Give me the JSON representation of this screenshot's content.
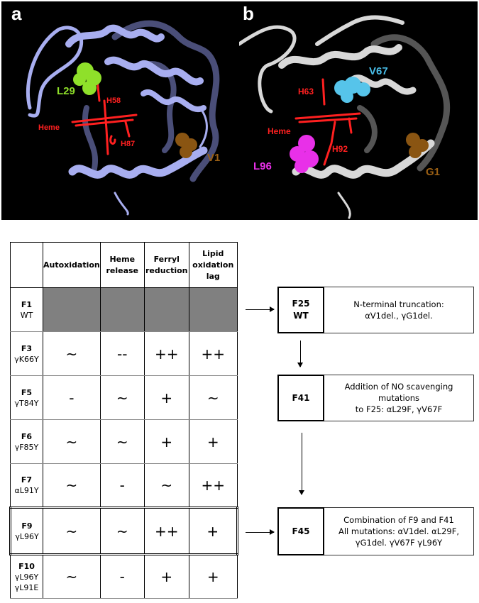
{
  "panels": {
    "a": {
      "letter": "a",
      "ribbon_color": "#a8aef0",
      "labels": [
        {
          "text": "L29",
          "color": "#8fe02a",
          "role": "highlighted-residue"
        },
        {
          "text": "H58",
          "color": "#ff2020",
          "role": "heme-pocket-residue"
        },
        {
          "text": "Heme",
          "color": "#ff2020",
          "role": "heme"
        },
        {
          "text": "H87",
          "color": "#ff2020",
          "role": "heme-pocket-residue"
        },
        {
          "text": "V1",
          "color": "#9a5f14",
          "role": "highlighted-residue"
        }
      ]
    },
    "b": {
      "letter": "b",
      "ribbon_color": "#d8d8d8",
      "labels": [
        {
          "text": "V67",
          "color": "#48bde8",
          "role": "highlighted-residue"
        },
        {
          "text": "H63",
          "color": "#ff2020",
          "role": "heme-pocket-residue"
        },
        {
          "text": "Heme",
          "color": "#ff2020",
          "role": "heme"
        },
        {
          "text": "H92",
          "color": "#ff2020",
          "role": "heme-pocket-residue"
        },
        {
          "text": "L96",
          "color": "#e830e8",
          "role": "highlighted-residue"
        },
        {
          "text": "G1",
          "color": "#9a5f14",
          "role": "highlighted-residue"
        }
      ]
    }
  },
  "table": {
    "headers": [
      "",
      "Autoxidation",
      "Heme release",
      "Ferryl reduction",
      "Lipid oxidation lag"
    ],
    "rows": [
      {
        "id": "F1",
        "mutation": "WT",
        "values": [
          "",
          "",
          "",
          ""
        ],
        "shaded": true,
        "highlighted": false
      },
      {
        "id": "F3",
        "mutation": "γK66Y",
        "values": [
          "~",
          "--",
          "++",
          "++"
        ],
        "shaded": false,
        "highlighted": false
      },
      {
        "id": "F5",
        "mutation": "γT84Y",
        "values": [
          "-",
          "~",
          "+",
          "~"
        ],
        "shaded": false,
        "highlighted": false
      },
      {
        "id": "F6",
        "mutation": "γF85Y",
        "values": [
          "~",
          "~",
          "+",
          "+"
        ],
        "shaded": false,
        "highlighted": false
      },
      {
        "id": "F7",
        "mutation": "αL91Y",
        "values": [
          "~",
          "-",
          "~",
          "++"
        ],
        "shaded": false,
        "highlighted": false
      },
      {
        "id": "F9",
        "mutation": "γL96Y",
        "values": [
          "~",
          "~",
          "++",
          "+"
        ],
        "shaded": false,
        "highlighted": true
      },
      {
        "id": "F10",
        "mutation": "γL96Y",
        "mutation2": "γL91E",
        "values": [
          "~",
          "-",
          "+",
          "+"
        ],
        "shaded": false,
        "highlighted": false
      }
    ]
  },
  "flow": [
    {
      "id": "F25",
      "sub": "WT",
      "line1": "N-terminal truncation:",
      "line2": "αV1del., γG1del.",
      "line3": ""
    },
    {
      "id": "F41",
      "sub": "",
      "line1": "Addition of NO scavenging mutations",
      "line2": "to F25: αL29F, γV67F",
      "line3": ""
    },
    {
      "id": "F45",
      "sub": "",
      "line1": "Combination of F9 and F41",
      "line2": "All mutations: αV1del. αL29F,",
      "line3": "γG1del. γV67F γL96Y"
    }
  ]
}
